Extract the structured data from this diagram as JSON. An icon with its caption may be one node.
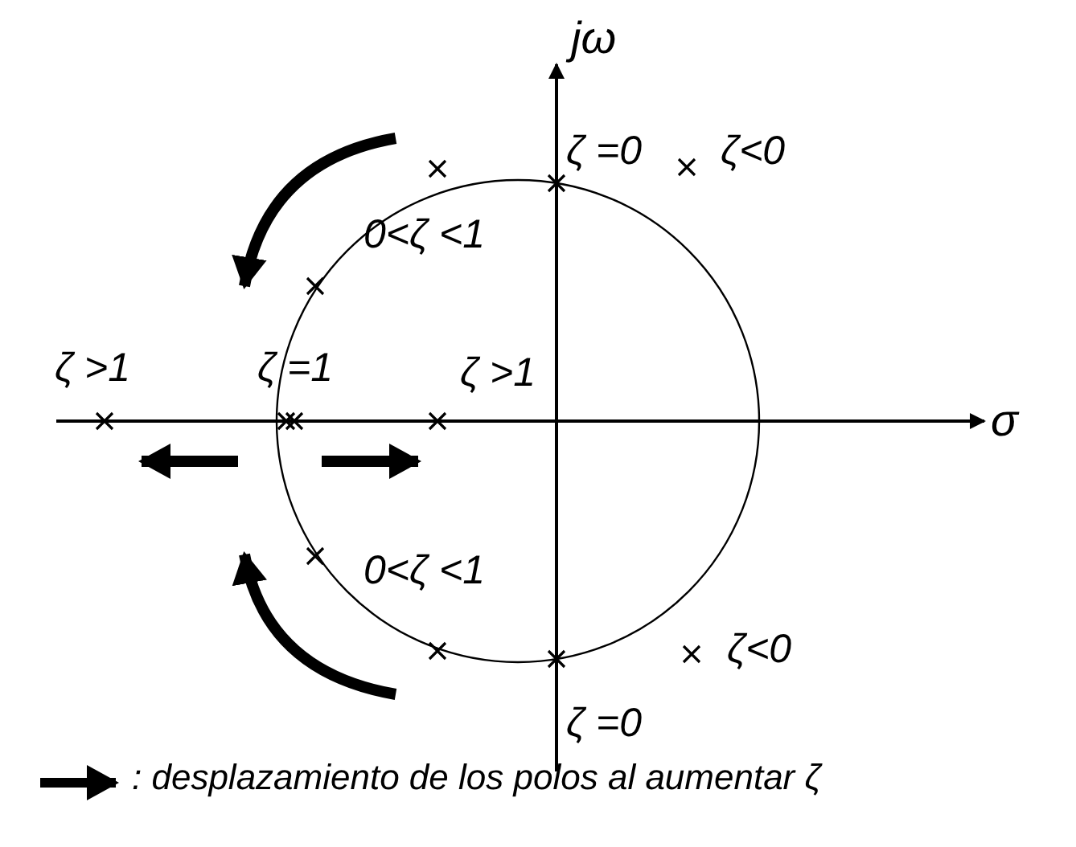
{
  "diagram": {
    "labels": [
      "jω",
      "ζ =0",
      "ζ<0",
      "0<ζ <1",
      "ζ >1",
      "ζ =1",
      "ζ >1",
      "σ",
      "0<ζ <1",
      "ζ<0",
      "ζ =0"
    ],
    "legend": [
      {
        "text": ": desplazamiento de los polos al aumentar ζ"
      }
    ]
  }
}
